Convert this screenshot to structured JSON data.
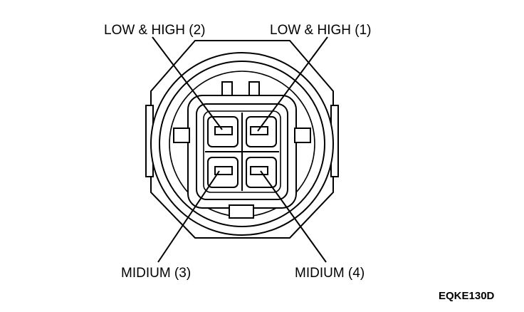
{
  "labels": {
    "pin1": "LOW & HIGH (1)",
    "pin2": "LOW & HIGH (2)",
    "pin3": "MIDIUM (3)",
    "pin4": "MIDIUM (4)"
  },
  "figure_code": "EQKE130D",
  "colors": {
    "ink": "#000000",
    "background": "#ffffff"
  }
}
